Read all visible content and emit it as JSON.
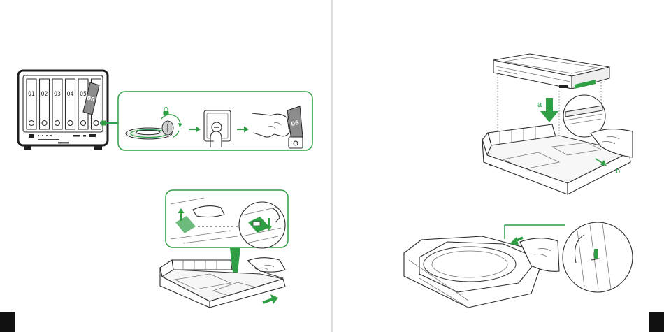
{
  "colors": {
    "accent": "#2f9e45",
    "line": "#2b2b2b",
    "page": "#ffffff",
    "page_marker": "#111111"
  },
  "left_page": {
    "nas": {
      "bay_labels": [
        "01",
        "02",
        "03",
        "04",
        "05"
      ],
      "pulled_tray_label": "06"
    },
    "unlock_callout": {
      "step_icons": [
        "key-icon",
        "rotate-arrow-icon",
        "keyhole-icon",
        "hand-pull-icon"
      ],
      "tray_label": "06"
    },
    "tray_tab_callout": {
      "icons": [
        "tab-up-arrow-icon",
        "tab-down-arrow-icon"
      ]
    }
  },
  "right_page": {
    "label_a": "a",
    "label_b": "b"
  }
}
